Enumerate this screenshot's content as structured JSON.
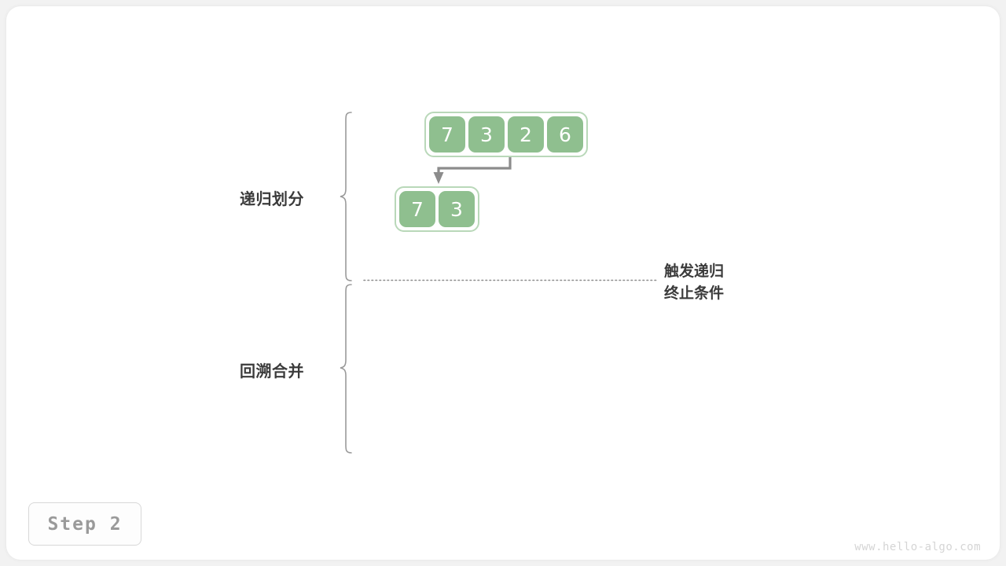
{
  "page": {
    "background": "#f2f2f2",
    "card_background": "#ffffff",
    "watermark": "www.hello-algo.com"
  },
  "step_badge": {
    "label": "Step 2"
  },
  "colors": {
    "cell_fill": "#8fbf8f",
    "cell_border": "#b9d8b9",
    "cell_text": "#ffffff",
    "label_text": "#3b3b3b",
    "arrow": "#8c8c8c",
    "brace": "#9a9a9a",
    "dotted_line": "#8c8c8c",
    "badge_text": "#9a9a9a",
    "watermark_text": "#d5d5d5"
  },
  "sections": [
    {
      "name": "divide",
      "label": "递归划分"
    },
    {
      "name": "merge",
      "label": "回溯合并"
    }
  ],
  "annotation": {
    "line1": "触发递归",
    "line2": "终止条件"
  },
  "arrays": [
    {
      "name": "root-array",
      "values": [
        "7",
        "3",
        "2",
        "6"
      ]
    },
    {
      "name": "left-subarray",
      "values": [
        "7",
        "3"
      ]
    }
  ]
}
